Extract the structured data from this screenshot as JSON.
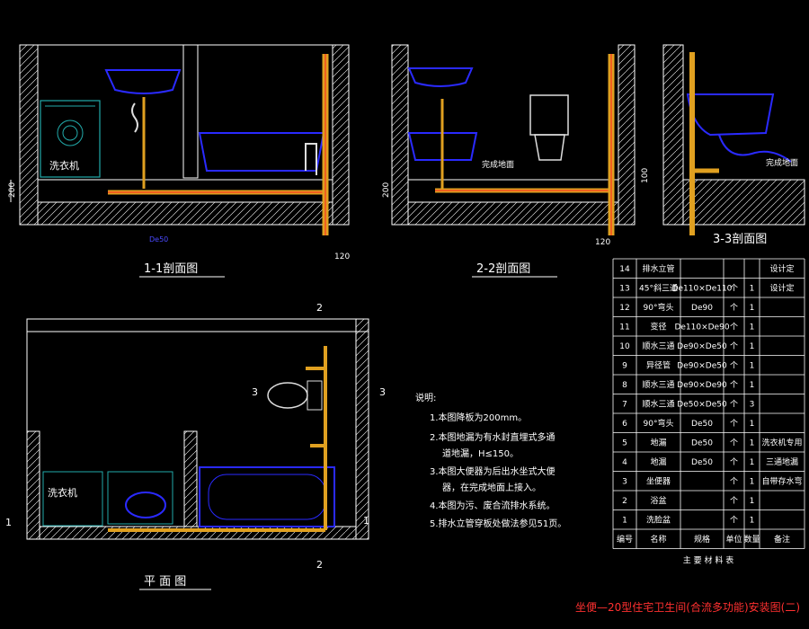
{
  "sections": {
    "s11": {
      "title": "1-1剖面图",
      "washer": "洗衣机",
      "pipe_size": "De50",
      "dim_200": "200",
      "dim_120": "120"
    },
    "s22": {
      "title": "2-2剖面图",
      "floor": "完成地面",
      "dim_200": "200",
      "dim_100": "100",
      "dim_120": "120"
    },
    "s33": {
      "title": "3-3剖面图",
      "floor": "完成地面"
    },
    "plan": {
      "title": "平 面 图",
      "washer": "洗衣机",
      "mark1": "1",
      "mark2": "2",
      "mark3": "3"
    }
  },
  "notes": {
    "heading": "说明:",
    "items": [
      "1.本图降板为200mm。",
      "2.本图地漏为有水封直埋式多通",
      "道地漏，H≤150。",
      "3.本图大便器为后出水坐式大便",
      "器，在完成地面上接入。",
      "4.本图为污、废合流排水系统。",
      "5.排水立管穿板处做法参见51页。"
    ]
  },
  "materials": {
    "caption": "主 要 材 料 表",
    "header": [
      "编号",
      "名称",
      "规格",
      "单位",
      "数量",
      "备注"
    ],
    "rows": [
      [
        "14",
        "排水立管",
        "",
        "",
        "",
        "设计定"
      ],
      [
        "13",
        "45°斜三通",
        "De110×De110",
        "个",
        "1",
        "设计定"
      ],
      [
        "12",
        "90°弯头",
        "De90",
        "个",
        "1",
        ""
      ],
      [
        "11",
        "变径",
        "De110×De90",
        "个",
        "1",
        ""
      ],
      [
        "10",
        "顺水三通",
        "De90×De50",
        "个",
        "1",
        ""
      ],
      [
        "9",
        "异径管",
        "De90×De50",
        "个",
        "1",
        ""
      ],
      [
        "8",
        "顺水三通",
        "De90×De90",
        "个",
        "1",
        ""
      ],
      [
        "7",
        "顺水三通",
        "De50×De50",
        "个",
        "3",
        ""
      ],
      [
        "6",
        "90°弯头",
        "De50",
        "个",
        "1",
        ""
      ],
      [
        "5",
        "地漏",
        "De50",
        "个",
        "1",
        "洗衣机专用"
      ],
      [
        "4",
        "地漏",
        "De50",
        "个",
        "1",
        "三通地漏"
      ],
      [
        "3",
        "坐便器",
        "",
        "个",
        "1",
        "自带存水弯"
      ],
      [
        "2",
        "浴盆",
        "",
        "个",
        "1",
        ""
      ],
      [
        "1",
        "洗脸盆",
        "",
        "个",
        "1",
        ""
      ]
    ]
  },
  "drawing_title": "坐便—20型住宅卫生间(合流多功能)安装图(二)",
  "colors": {
    "accent": "#ff2020",
    "wall": "#ffffff",
    "fixture": "#2a2aff",
    "pipe": "#e0a020",
    "callout": "#ffff00"
  }
}
